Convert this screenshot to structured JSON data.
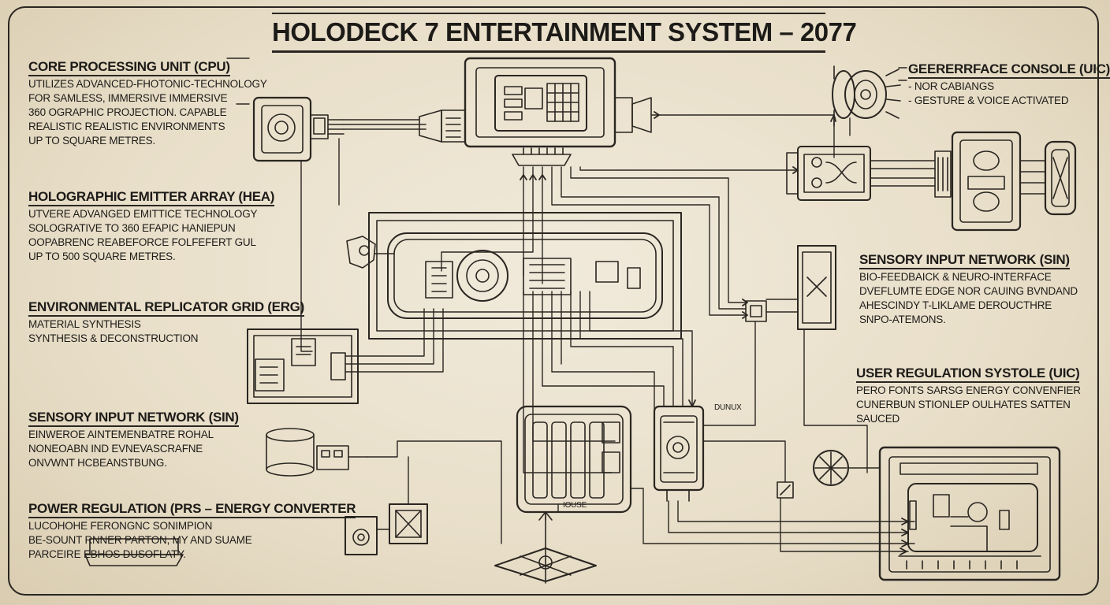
{
  "title": "HOLODECK 7 ENTERTAINMENT SYSTEM – 2077",
  "left_blocks": [
    {
      "heading": "CORE PROCESSING UNIT (CPU)",
      "lines": [
        "UTILIZES ADVANCED-FHOTONIC-TECHNOLOGY",
        "FOR SAMLESS, IMMERSIVE IMMERSIVE",
        "360 OGRAPHIC PROJECTION. CAPABLE",
        "REALISTIC REALISTIC ENVIRONMENTS",
        "UP TO SQUARE METRES."
      ]
    },
    {
      "heading": "HOLOGRAPHIC EMITTER ARRAY (HEA)",
      "lines": [
        "UTVERE ADVANGED EMITTICE TECHNOLOGY",
        "SOLOGRATIVE TO 360 EFAPIC HANIEPUN",
        "OOPABRENC REABEFORCE FOLFEFERT GUL",
        "UP TO 500 SQUARE METRES."
      ]
    },
    {
      "heading": "ENVIRONMENTAL REPLICATOR GRID (ERG)",
      "lines": [
        "MATERIAL SYNTHESIS",
        "SYNTHESIS & DECONSTRUCTION"
      ]
    },
    {
      "heading": "SENSORY INPUT NETWORK (SIN)",
      "lines": [
        "EINWEROE AINTEMENBATRE ROHAL",
        "NONEOABN IND EVNEVASCRAFNE",
        "ONVWNT HCBEANSTBUNG."
      ]
    },
    {
      "heading": "POWER REGULATION (PRS – ENERGY CONVERTER",
      "lines": [
        "LUCOHOHE FERONGNC SONIMPION",
        "BE-SOUNT RNNER PARTON, MY AND SUAME",
        "PARCEIRE EBHOS DUSOFLATY."
      ]
    }
  ],
  "right_blocks": [
    {
      "heading": "GEERERRFACE CONSOLE (UIC)",
      "lines": [
        "- NOR CABIANGS",
        "- GESTURE & VOICE ACTIVATED"
      ]
    },
    {
      "heading": "SENSORY INPUT NETWORK (SIN)",
      "lines": [
        "BIO-FEEDBAICK & NEURO-INTERFACE",
        "DVEFLUMTE EDGE NOR CAUING BVNDAND",
        "AHESCINDY T-LIKLAME DEROUCTHRE",
        "SNPO-ATEMONS."
      ]
    },
    {
      "heading": "USER REGULATION SYSTOLE (UIC)",
      "lines": [
        "PERO FONTS SARSG ENERGY CONVENFIER",
        "CUNERBUN STIONLEP OULHATES SATTEN",
        "SAUCED"
      ]
    }
  ],
  "small_labels": {
    "mid_right": "DUNUX",
    "bottom_center": "IOUSE"
  },
  "colors": {
    "paper": "#e9e0cb",
    "ink": "#2a2621"
  }
}
